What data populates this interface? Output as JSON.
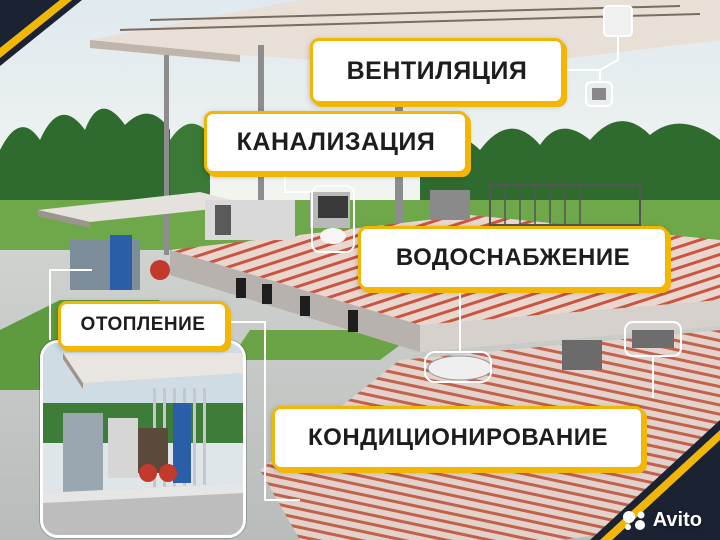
{
  "labels": {
    "ventilation": "ВЕНТИЛЯЦИЯ",
    "sewage": "КАНАЛИЗАЦИЯ",
    "water_supply": "ВОДОСНАБЖЕНИЕ",
    "heating": "ОТОПЛЕНИЕ",
    "air_conditioning": "КОНДИЦИОНИРОВАНИЕ"
  },
  "logo": {
    "text": "Avito",
    "icon": "avito-dots-icon"
  },
  "colors": {
    "accent": "#f2b705",
    "corner_stripe_dark": "#1b2333",
    "floor_pipes": "#c9553f",
    "trees": "#2f6a2e"
  }
}
